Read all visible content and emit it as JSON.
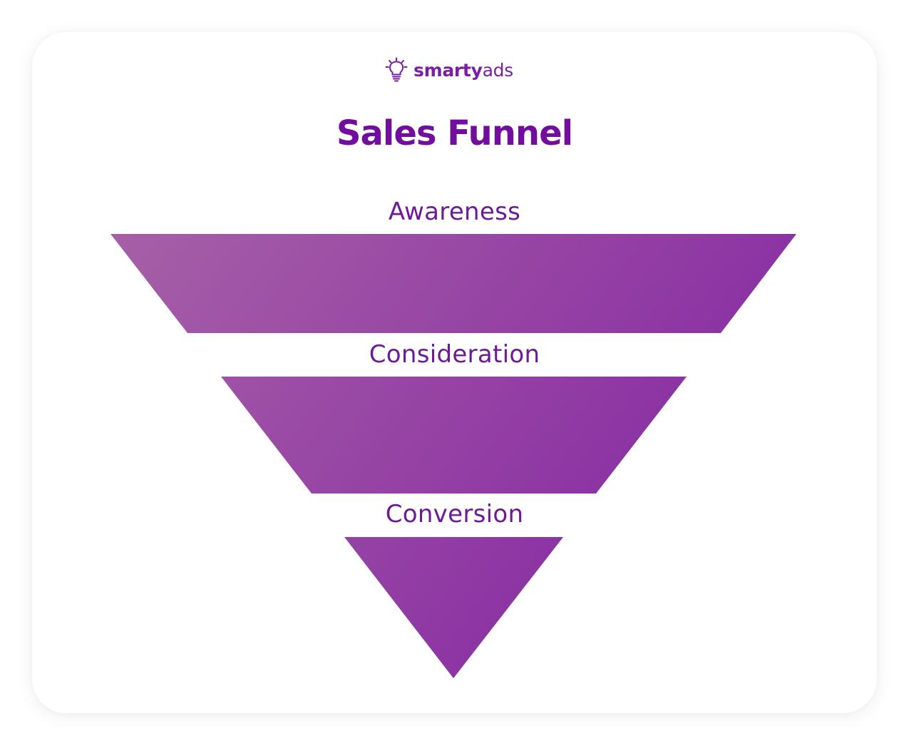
{
  "brand": {
    "logo_icon": "lightbulb-icon",
    "name_bold": "smarty",
    "name_light": "ads",
    "color": "#7b1fa2"
  },
  "title": "Sales Funnel",
  "colors": {
    "title": "#720e9e",
    "label": "#6c1a96",
    "gradient_start": "#a660a6",
    "gradient_end": "#8a2aa3",
    "card_background": "#ffffff"
  },
  "funnel": {
    "stages": [
      {
        "label": "Awareness",
        "shape": "trapezoid"
      },
      {
        "label": "Consideration",
        "shape": "trapezoid"
      },
      {
        "label": "Conversion",
        "shape": "triangle"
      }
    ]
  }
}
